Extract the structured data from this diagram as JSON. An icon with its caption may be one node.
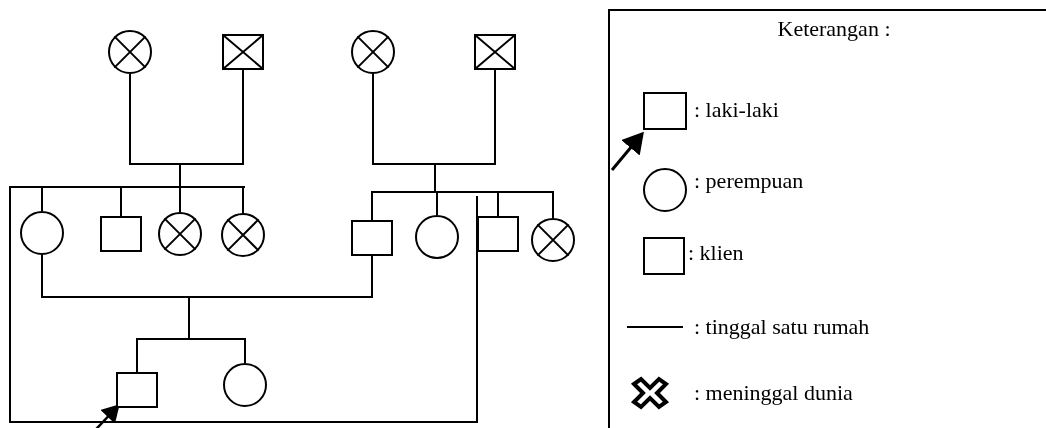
{
  "diagram": {
    "nodes": [
      {
        "text": [],
        "shape": "circle"
      },
      {
        "text": [],
        "shape": "box"
      },
      {
        "text": [],
        "shape": "circle"
      },
      {
        "text": [],
        "shape": "box"
      },
      {
        "text": [],
        "shape": "circle"
      },
      {
        "text": [],
        "shape": "box"
      },
      {
        "text": [],
        "shape": "circle"
      },
      {
        "text": [],
        "shape": "circle"
      },
      {
        "text": [],
        "shape": "box"
      },
      {
        "text": [],
        "shape": "circle"
      },
      {
        "text": [],
        "shape": "box"
      },
      {
        "text": [],
        "shape": "circle"
      },
      {
        "text": [],
        "shape": "box"
      },
      {
        "text": [],
        "shape": "circle"
      }
    ],
    "edges": [
      {
        "from": 0,
        "to": 4,
        "arrow": "none"
      },
      {
        "from": 0,
        "to": 5,
        "arrow": "none"
      },
      {
        "from": 0,
        "to": 6,
        "arrow": "none"
      },
      {
        "from": 0,
        "to": 7,
        "arrow": "none"
      },
      {
        "from": 1,
        "to": 4,
        "arrow": "none"
      },
      {
        "from": 1,
        "to": 5,
        "arrow": "none"
      },
      {
        "from": 1,
        "to": 6,
        "arrow": "none"
      },
      {
        "from": 1,
        "to": 7,
        "arrow": "none"
      },
      {
        "from": 2,
        "to": 8,
        "arrow": "none"
      },
      {
        "from": 2,
        "to": 9,
        "arrow": "none"
      },
      {
        "from": 2,
        "to": 10,
        "arrow": "none"
      },
      {
        "from": 2,
        "to": 11,
        "arrow": "none"
      },
      {
        "from": 3,
        "to": 8,
        "arrow": "none"
      },
      {
        "from": 3,
        "to": 9,
        "arrow": "none"
      },
      {
        "from": 3,
        "to": 10,
        "arrow": "none"
      },
      {
        "from": 3,
        "to": 11,
        "arrow": "none"
      },
      {
        "from": 4,
        "to": 12,
        "arrow": "none"
      },
      {
        "from": 4,
        "to": 13,
        "arrow": "none"
      },
      {
        "from": 8,
        "to": 12,
        "arrow": "none"
      },
      {
        "from": 8,
        "to": 13,
        "arrow": "none"
      },
      {
        "from": null,
        "to": 12,
        "arrow": "to"
      }
    ],
    "labels": [
      "Keterangan :"
    ],
    "legend": [
      {
        "text": ": laki-laki"
      },
      {
        "text": ": perempuan"
      },
      {
        "text": ": klien"
      },
      {
        "text": ": tinggal satu rumah"
      },
      {
        "text": ": meninggal dunia"
      }
    ]
  }
}
